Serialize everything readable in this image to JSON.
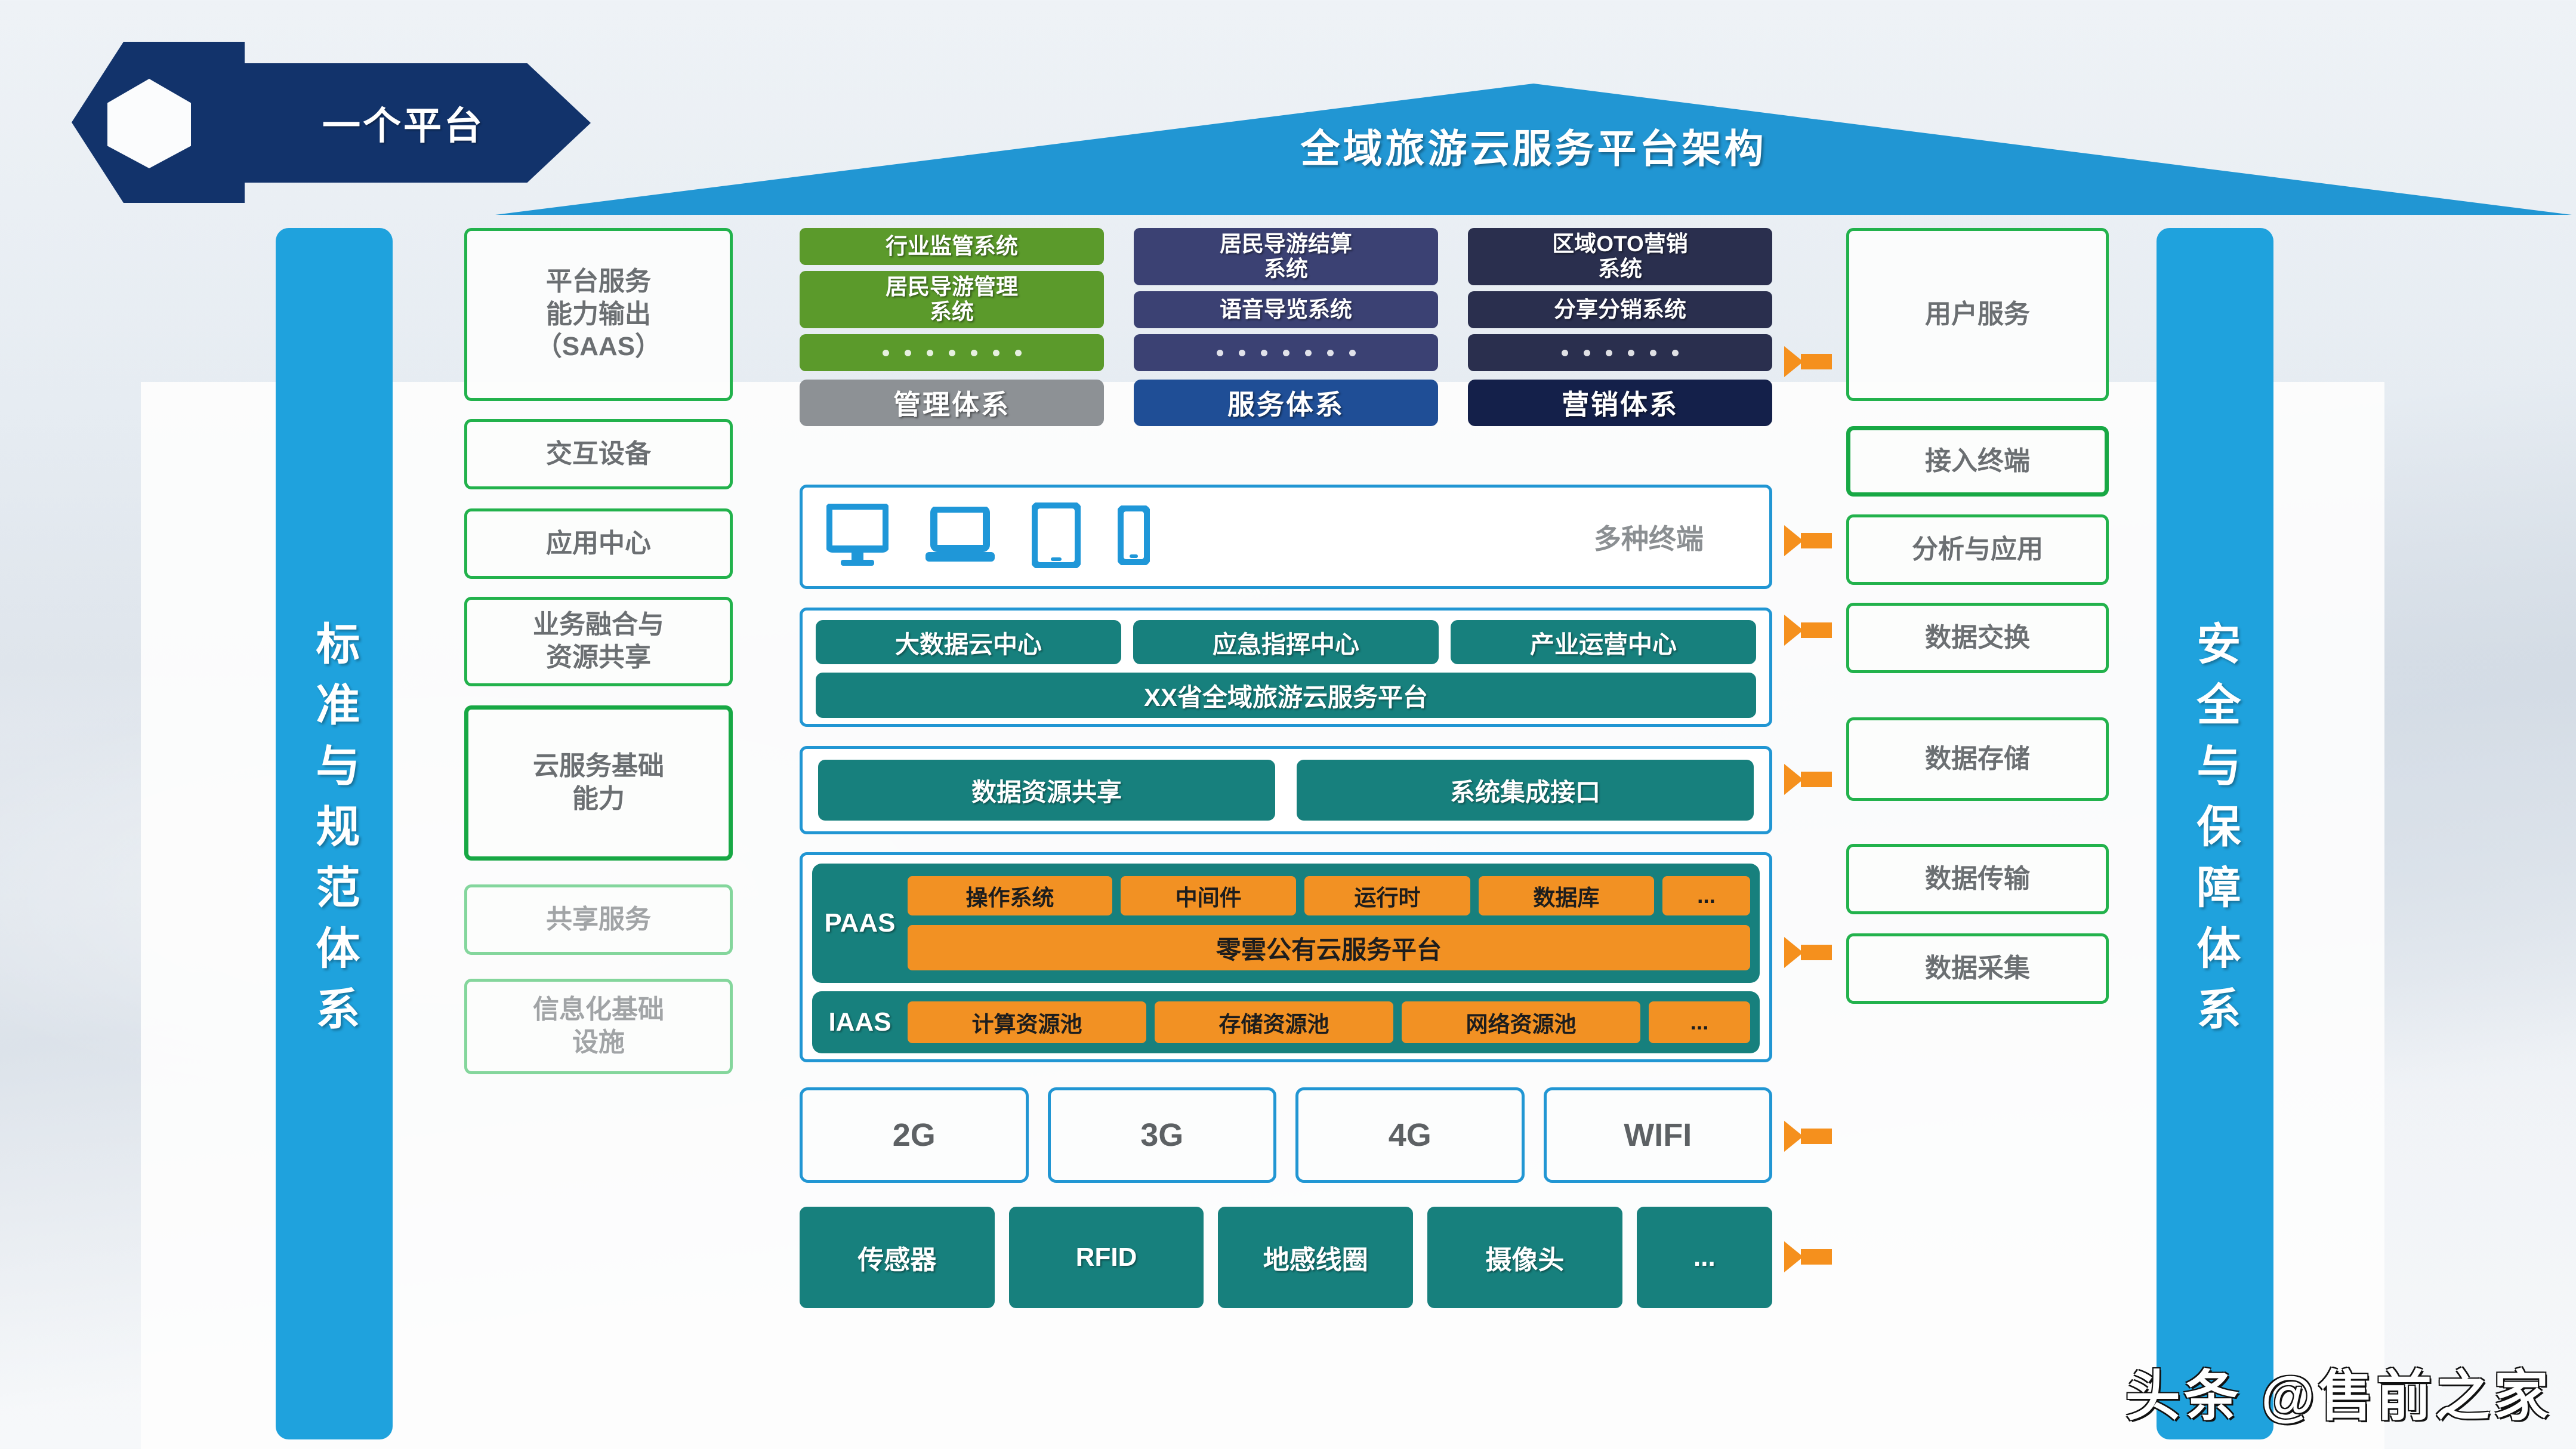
{
  "header": {
    "badge_label": "一个平台",
    "title": "全域旅游云服务平台架构"
  },
  "pillars": {
    "left": "标准与规范体系",
    "right": "安全与保障体系"
  },
  "left_labels": [
    {
      "text": "平台服务能力输出（SAAS）",
      "lines": [
        "平台服务",
        "能力输出",
        "（SAAS）"
      ]
    },
    {
      "text": "交互设备",
      "lines": [
        "交互设备"
      ]
    },
    {
      "text": "应用中心",
      "lines": [
        "应用中心"
      ]
    },
    {
      "text": "业务融合与资源共享",
      "lines": [
        "业务融合与",
        "资源共享"
      ]
    },
    {
      "text": "云服务基础能力",
      "lines": [
        "云服务基础",
        "能力"
      ]
    },
    {
      "text": "共享服务",
      "lines": [
        "共享服务"
      ]
    },
    {
      "text": "信息化基础设施",
      "lines": [
        "信息化基础",
        "设施"
      ]
    }
  ],
  "right_labels": [
    {
      "text": "用户服务"
    },
    {
      "text": "接入终端"
    },
    {
      "text": "分析与应用"
    },
    {
      "text": "数据交换"
    },
    {
      "text": "数据存储"
    },
    {
      "text": "数据传输"
    },
    {
      "text": "数据采集"
    }
  ],
  "saas": {
    "columns": [
      {
        "name": "管理体系",
        "color": "#5b9a2b",
        "foot_color": "#8d9195",
        "items": [
          {
            "lines": [
              "行业监管系统"
            ]
          },
          {
            "lines": [
              "居民导游管理",
              "系统"
            ]
          }
        ],
        "more_dots": 7
      },
      {
        "name": "服务体系",
        "color": "#3b4173",
        "foot_color": "#1f4e96",
        "items": [
          {
            "lines": [
              "居民导游结算",
              "系统"
            ]
          },
          {
            "lines": [
              "语音导览系统"
            ]
          }
        ],
        "more_dots": 7
      },
      {
        "name": "营销体系",
        "color": "#2a2f4e",
        "foot_color": "#14204a",
        "items": [
          {
            "lines": [
              "区域OTO营销",
              "系统"
            ]
          },
          {
            "lines": [
              "分享分销系统"
            ]
          }
        ],
        "more_dots": 6
      }
    ]
  },
  "terminals": {
    "devices": [
      "desktop-monitor",
      "laptop",
      "tablet",
      "smartphone"
    ],
    "label": "多种终端"
  },
  "app_center": {
    "top_items": [
      "大数据云中心",
      "应急指挥中心",
      "产业运营中心"
    ],
    "wide_item": "XX省全域旅游云服务平台"
  },
  "data_exchange": {
    "items": [
      "数据资源共享",
      "系统集成接口"
    ]
  },
  "cloud": {
    "paas": {
      "tag": "PAAS",
      "chips": [
        "操作系统",
        "中间件",
        "运行时",
        "数据库",
        "..."
      ],
      "wide": "零雲公有云服务平台"
    },
    "iaas": {
      "tag": "IAAS",
      "chips": [
        "计算资源池",
        "存储资源池",
        "网络资源池",
        "..."
      ]
    }
  },
  "network": {
    "items": [
      "2G",
      "3G",
      "4G",
      "WIFI"
    ]
  },
  "sensing": {
    "items": [
      "传感器",
      "RFID",
      "地感线圈",
      "摄像头",
      "..."
    ]
  },
  "watermark": "头条 @售前之家",
  "colors": {
    "brand_blue": "#2196d3",
    "pillar_blue": "#1fa2dd",
    "navy": "#12336b",
    "green_border": "#22b24c",
    "teal": "#17807d",
    "orange": "#f29123",
    "arrow_orange": "#f5901d"
  }
}
